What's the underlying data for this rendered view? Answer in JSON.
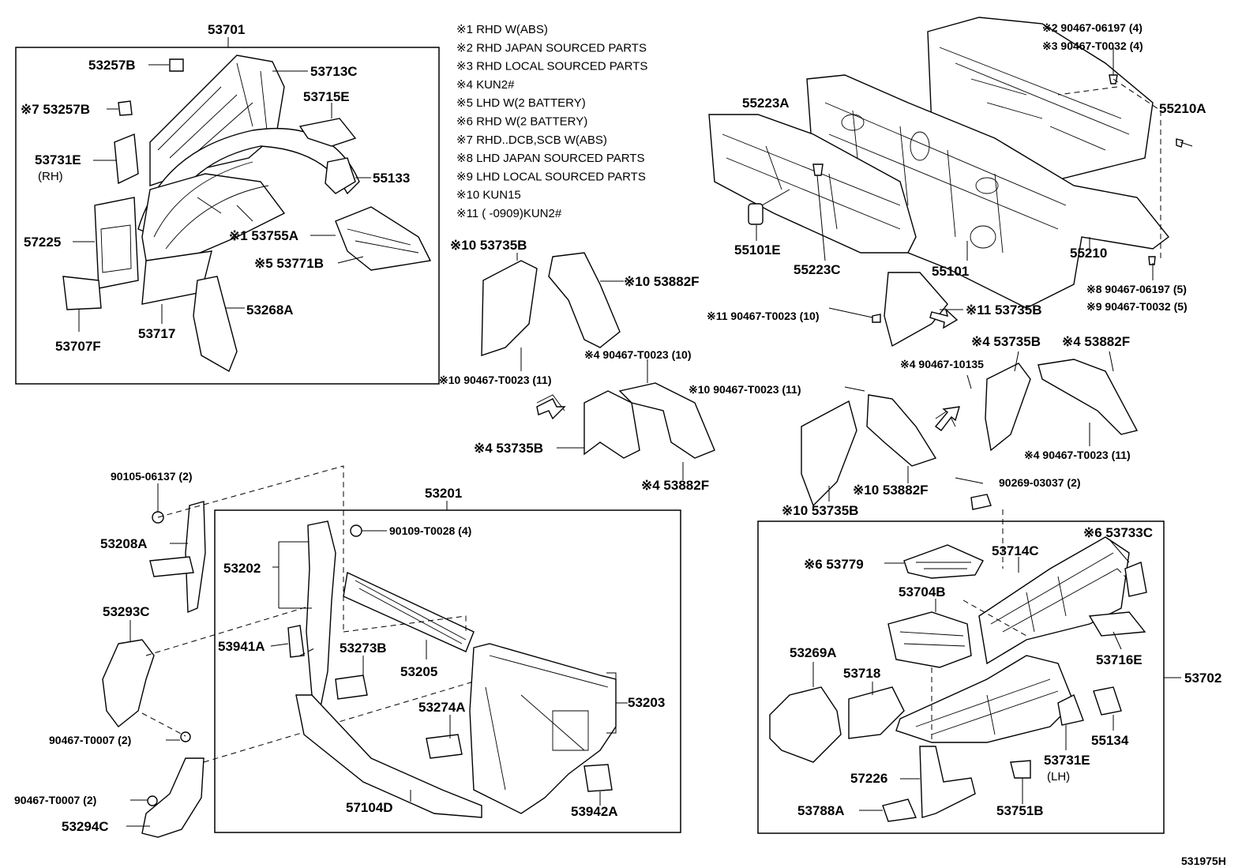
{
  "diagram_code": "531975H",
  "notes": [
    "※1 RHD W(ABS)",
    "※2 RHD JAPAN SOURCED PARTS",
    "※3 RHD LOCAL SOURCED PARTS",
    "※4 KUN2#",
    "※5 LHD W(2 BATTERY)",
    "※6 RHD W(2 BATTERY)",
    "※7 RHD..DCB,SCB W(ABS)",
    "※8 LHD JAPAN SOURCED PARTS",
    "※9 LHD LOCAL SOURCED PARTS",
    "※10 KUN15",
    "※11 (        -0909)KUN2#"
  ],
  "labels": {
    "g1_title": "53701",
    "p53257B": "53257B",
    "p53257B_7": "※7 53257B",
    "p53713C": "53713C",
    "p53715E": "53715E",
    "p53731E_rh": "53731E",
    "rh": "(RH)",
    "p55133": "55133",
    "p57225": "57225",
    "p53755A": "※1 53755A",
    "p53771B": "※5 53771B",
    "p53707F": "53707F",
    "p53717": "53717",
    "p53268A": "53268A",
    "p55223A": "55223A",
    "p55101E": "55101E",
    "p55223C": "55223C",
    "p55101": "55101",
    "p55210": "55210",
    "p55210A": "55210A",
    "b90467_06197_4": "※2 90467-06197 (4)",
    "b90467_T0032_4": "※3 90467-T0032 (4)",
    "b90467_06197_5": "※8 90467-06197 (5)",
    "b90467_T0032_5": "※9 90467-T0032 (5)",
    "p53735B_10a": "※10 53735B",
    "p53882F_10a": "※10 53882F",
    "p53735B_11": "※11 53735B",
    "b90467_T0023_10_11": "※11 90467-T0023 (10)",
    "b90467_T0023_11_10": "※10 90467-T0023 (11)",
    "b90467_T0023_10_4": "※4 90467-T0023 (10)",
    "b90467_T0023_11_10b": "※10 90467-T0023 (11)",
    "p53735B_4a": "※4 53735B",
    "p53882F_4a": "※4 53882F",
    "b90467_10135": "※4 90467-10135",
    "p53735B_4b": "※4 53735B",
    "p53882F_4b": "※4 53882F",
    "b90467_T0023_11_4": "※4 90467-T0023 (11)",
    "p53882F_10b": "※10 53882F",
    "p53735B_10b": "※10 53735B",
    "b90269_03037": "90269-03037 (2)",
    "b90105_06137": "90105-06137 (2)",
    "p53208A": "53208A",
    "p53293C": "53293C",
    "b90467_T0007_a": "90467-T0007 (2)",
    "b90467_T0007_b": "90467-T0007 (2)",
    "p53294C": "53294C",
    "g2_title": "53201",
    "b90109_T0028": "90109-T0028 (4)",
    "p53202": "53202",
    "p53941A": "53941A",
    "p53273B": "53273B",
    "p53205": "53205",
    "p53203": "53203",
    "p53274A": "53274A",
    "p57104D": "57104D",
    "p53942A": "53942A",
    "p53779": "※6 53779",
    "p53714C": "53714C",
    "p53733C": "※6 53733C",
    "p53704B": "53704B",
    "p53269A": "53269A",
    "p53718": "53718",
    "p53716E": "53716E",
    "g3_title": "53702",
    "p55134": "55134",
    "p53731E_lh": "53731E",
    "lh": "(LH)",
    "p57226": "57226",
    "p53788A": "53788A",
    "p53751B": "53751B"
  }
}
